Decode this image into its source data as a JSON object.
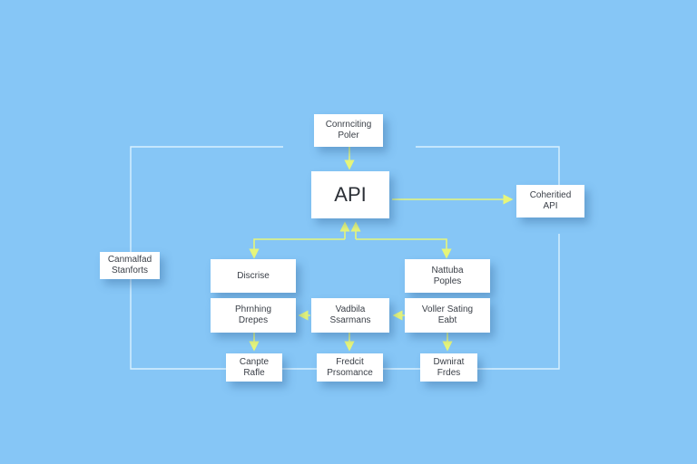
{
  "colors": {
    "background": "#86c6f6",
    "box": "#ffffff",
    "frame_line": "#d8f0ff",
    "arrow": "#e6f57a",
    "text": "#3a3f47"
  },
  "nodes": {
    "top": "Conrnciting\nPoler",
    "api": "API",
    "right": "Coheritied\nAPI",
    "left": "Canmalfad\nStanforts",
    "discrise": "Discrise",
    "nattuba": "Nattuba\nPoples",
    "phrnhing": "Phrnhing\nDrepes",
    "vadbila": "Vadbila\nSsarmans",
    "voller": "Voller Sating\nEabt",
    "campte": "Canpte\nRafle",
    "fredcit": "Fredcit\nPrsomance",
    "dwnrat": "Dwnirat\nFrdes"
  }
}
